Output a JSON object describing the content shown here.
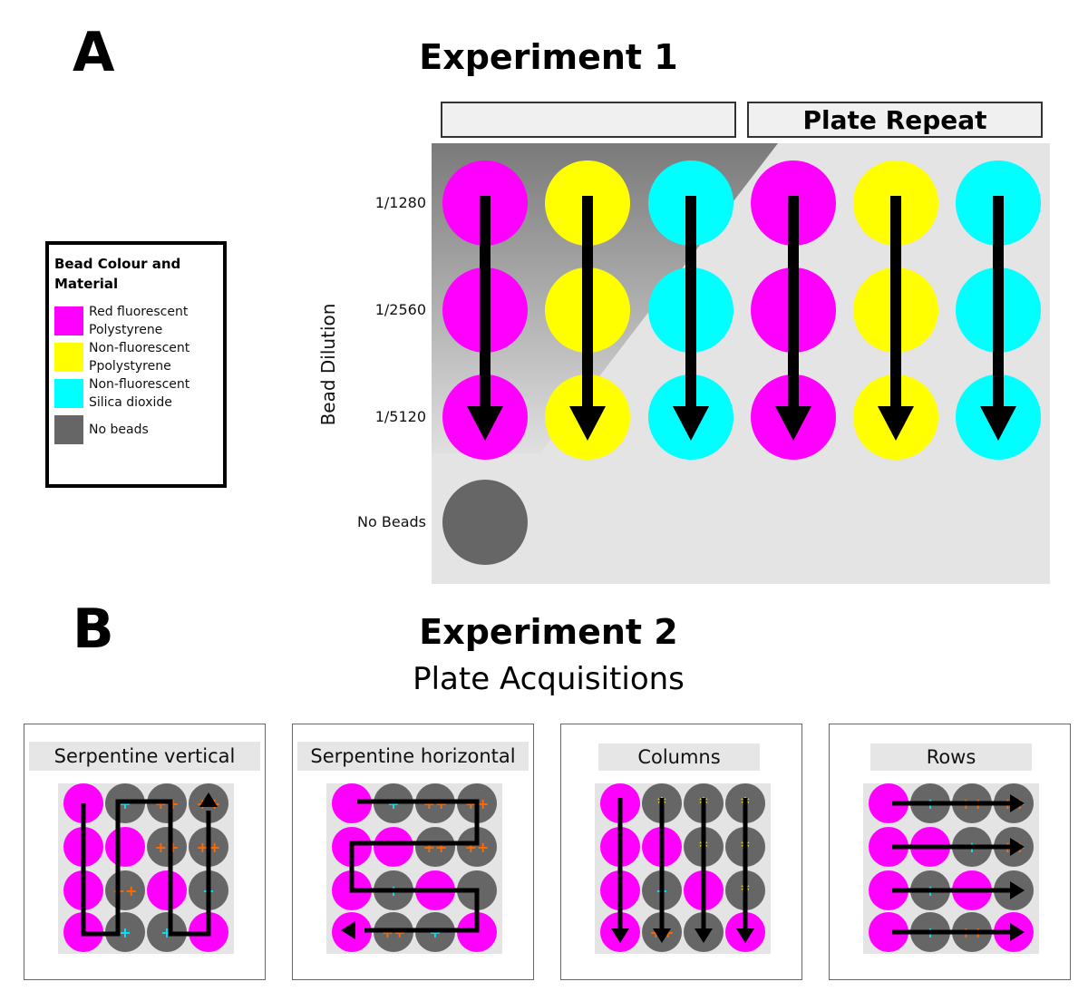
{
  "panel_a": {
    "letter": "A",
    "title": "Experiment 1",
    "plate_tabs": [
      "",
      "Plate Repeat"
    ],
    "axis_label": "Bead Dilution",
    "row_labels": [
      "1/1280",
      "1/2560",
      "1/5120",
      "No Beads"
    ],
    "legend": {
      "title": "Bead Colour and Material",
      "items": [
        {
          "label": "Red fluorescent Polystyrene",
          "color": "#ff00ff"
        },
        {
          "label": "Non-fluorescent Ppolystyrene",
          "color": "#ffff00"
        },
        {
          "label": "Non-fluorescent Silica dioxide",
          "color": "#00ffff"
        },
        {
          "label": "No beads",
          "color": "#666666"
        }
      ]
    },
    "column_colors": [
      "#ff00ff",
      "#ffff00",
      "#00ffff",
      "#ff00ff",
      "#ffff00",
      "#00ffff"
    ],
    "no_beads_color": "#666666"
  },
  "panel_b": {
    "letter": "B",
    "title": "Experiment 2",
    "subtitle": "Plate Acquisitions",
    "panels": [
      {
        "title": "Serpentine vertical",
        "grid": [
          [
            "M",
            "G",
            "G",
            "G"
          ],
          [
            "M",
            "M",
            "G",
            "G"
          ],
          [
            "M",
            "G",
            "M",
            "G"
          ],
          [
            "M",
            "G",
            "G",
            "M"
          ]
        ],
        "marks": [
          [
            "",
            "+",
            "++",
            "++"
          ],
          [
            "",
            "",
            "++",
            "++"
          ],
          [
            "",
            "++",
            "",
            "+"
          ],
          [
            "",
            "+",
            "+",
            ""
          ]
        ],
        "path": "serpentine-vertical"
      },
      {
        "title": "Serpentine horizontal",
        "grid": [
          [
            "M",
            "G",
            "G",
            "G"
          ],
          [
            "M",
            "M",
            "G",
            "G"
          ],
          [
            "M",
            "G",
            "M",
            "G"
          ],
          [
            "M",
            "G",
            "G",
            "M"
          ]
        ],
        "marks": [
          [
            "",
            "+",
            "++",
            "++"
          ],
          [
            "",
            "",
            "++",
            "++"
          ],
          [
            "",
            "+",
            "",
            ""
          ],
          [
            "",
            "++",
            "+",
            ""
          ]
        ],
        "path": "serpentine-horizontal"
      },
      {
        "title": "Columns",
        "grid": [
          [
            "M",
            "G",
            "G",
            "G"
          ],
          [
            "M",
            "M",
            "G",
            "G"
          ],
          [
            "M",
            "G",
            "M",
            "G"
          ],
          [
            "M",
            "G",
            "G",
            "M"
          ]
        ],
        "marks": [
          [
            "",
            "*",
            "*",
            "*"
          ],
          [
            "",
            "",
            "*",
            "*"
          ],
          [
            "",
            "+",
            "",
            "*"
          ],
          [
            "",
            "++",
            "+",
            ""
          ]
        ],
        "path": "columns"
      },
      {
        "title": "Rows",
        "grid": [
          [
            "M",
            "G",
            "G",
            "G"
          ],
          [
            "M",
            "M",
            "G",
            "G"
          ],
          [
            "M",
            "G",
            "M",
            "G"
          ],
          [
            "M",
            "G",
            "G",
            "M"
          ]
        ],
        "marks": [
          [
            "",
            "+",
            "++",
            "++"
          ],
          [
            "",
            "",
            "+",
            "++"
          ],
          [
            "",
            "+",
            "",
            ""
          ],
          [
            "",
            "+",
            "++",
            ""
          ]
        ],
        "path": "rows"
      }
    ],
    "colors": {
      "magenta": "#ff00ff",
      "grey": "#666666",
      "single_plus": "#00e5ff",
      "double_plus": "#ff6a00",
      "star": "#ffd800"
    }
  }
}
